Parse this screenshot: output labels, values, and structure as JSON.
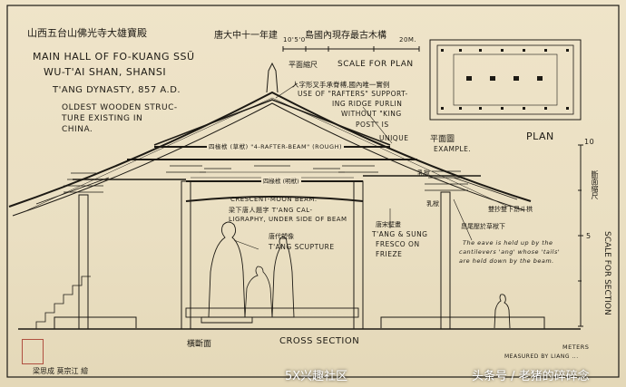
{
  "header": {
    "cn_title": "山西五台山佛光寺大雄寶殿",
    "cn_date": "唐大中十一年建",
    "cn_note": "島國內現存最古木構"
  },
  "title": {
    "line1": "MAIN HALL OF FO-KUANG SSŬ",
    "line2": "WU-T'AI SHAN, SHANSI",
    "line3": "T'ANG DYNASTY, 857 A.D.",
    "line4": "OLDEST WOODEN STRUC-",
    "line5": "TURE EXISTING IN",
    "line6": "CHINA."
  },
  "scale_plan": {
    "ticks": "10'5'0",
    "end": "20M.",
    "cn": "平面縮尺",
    "label": "SCALE FOR PLAN"
  },
  "notes": {
    "rafter_cn": "人字形叉手承脊榑,國內唯一實例",
    "rafter_l1": "USE OF \"RAFTERS\" SUPPORT-",
    "rafter_l2": "ING RIDGE PURLIN",
    "rafter_l3": "WITHOUT \"KING",
    "rafter_l4": "POST\" IS",
    "rafter_l5": "UNIQUE",
    "rafter_l6": "EXAMPLE.",
    "plan_cn": "平面圖",
    "plan_label": "PLAN",
    "beam4": "四椽栿 (草栿) \"4-RAFTER-BEAM\" (ROUGH)",
    "beam4b": "四椽栿 (明栿)",
    "rufu1": "乳栿",
    "rufu2": "乳栿",
    "crescent_l1": "CRESCENT-MOON BEAM.",
    "crescent_l2": "梁下唐人題字 T'ANG CAL-",
    "crescent_l3": "LIGRAPHY, UNDER SIDE OF BEAM",
    "sculpture_cn": "唐代塑像",
    "sculpture": "T'ANG SCUPTURE",
    "fresco_cn": "唐宋壁畫",
    "fresco_l1": "T'ANG & SUNG",
    "fresco_l2": "FRESCO ON",
    "fresco_l3": "FRIEZE",
    "eave_cn1": "雙抄雙下昂斗栱",
    "eave_cn2": "昂尾壓於草栿下",
    "eave_l1": "The eave is held up by the",
    "eave_l2": "cantilevers 'ang' whose 'tails'",
    "eave_l3": "are held down by the beam.",
    "section_cn": "橫斷面",
    "section_label": "CROSS SECTION",
    "measured": "MEASURED BY LIANG ...",
    "meters": "METERS",
    "scale_section": "SCALE FOR SECTION",
    "scale_section_cn": "斷面縮尺",
    "scale_top": "10",
    "scale_mid": "5",
    "signature": "梁思成 莫宗江 繪"
  },
  "watermarks": {
    "left": "5X兴趣社区",
    "right": "头条号 / 老猪的碎碎念"
  },
  "colors": {
    "paper": "#efe4c9",
    "ink": "#1d1a14",
    "seal": "#b05040"
  }
}
